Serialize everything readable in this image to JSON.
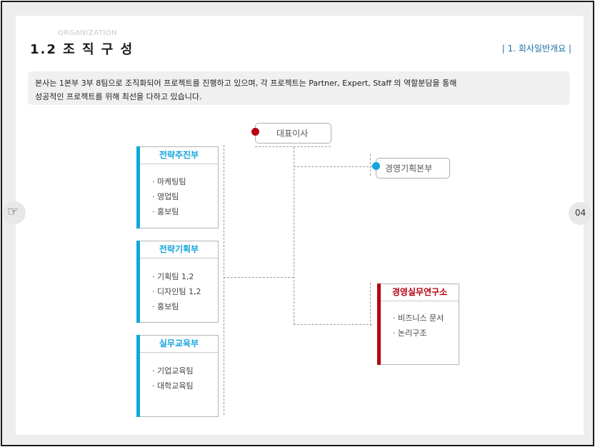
{
  "header": {
    "eyebrow": "ORGANIZATION",
    "title": "1.2 조 직 구 성",
    "section": "| 1. 회사일반개요 |"
  },
  "intro": {
    "line1": "본사는 1본부 3부 8팀으로 조직화되어 프로젝트를 진행하고 있으며, 각 프로젝트는 Partner, Expert, Staff 의 역할분담을 통해",
    "line2": "성공적인 프로젝트를 위해 최선을 다하고 있습니다."
  },
  "page_number": "04",
  "colors": {
    "accent_blue": "#12a6dc",
    "accent_red": "#b5000f"
  },
  "org": {
    "ceo": "대표이사",
    "hq": "경영기획본부",
    "departments": [
      {
        "name": "전략추진부",
        "teams": [
          "마케팅팀",
          "영업팀",
          "홍보팀"
        ]
      },
      {
        "name": "전략기획부",
        "teams": [
          "기획팀 1,2",
          "디자인팀 1,2",
          "홍보팀"
        ]
      },
      {
        "name": "실무교육부",
        "teams": [
          "기업교육팀",
          "대학교육팀"
        ]
      }
    ],
    "institute": {
      "name": "경영실무연구소",
      "teams": [
        "비즈니스 문서",
        "논리구조"
      ]
    }
  }
}
